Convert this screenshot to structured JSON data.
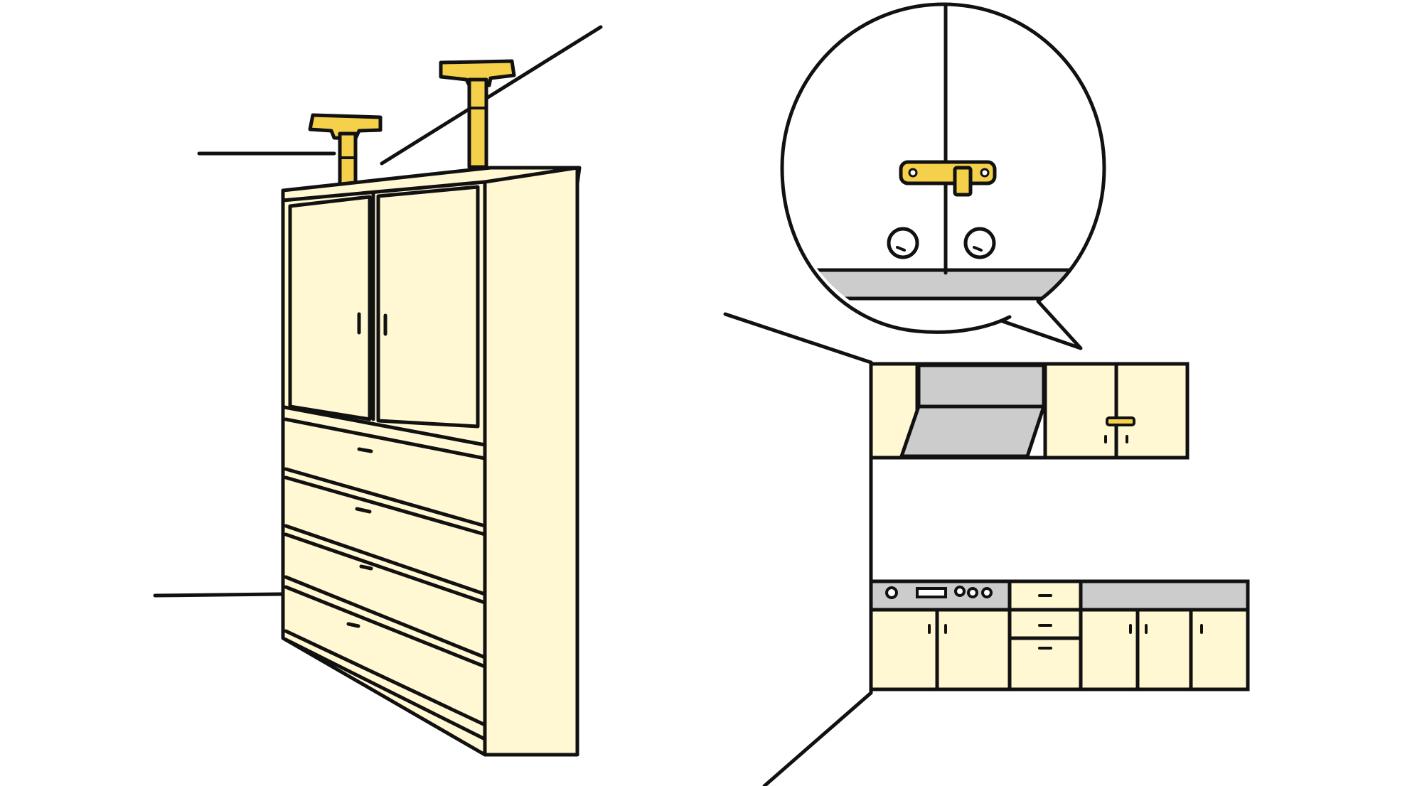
{
  "illustration": {
    "panels": [
      {
        "name": "tall-wardrobe-with-ceiling-tension-poles",
        "objects": [
          "wardrobe",
          "tension-pole-left",
          "tension-pole-right",
          "wall-corner-lines",
          "floor-line"
        ]
      },
      {
        "name": "kitchen-with-cabinet-latch-closeup",
        "objects": [
          "magnifier-bubble",
          "cabinet-latch",
          "wall-cabinets",
          "range-hood",
          "counter-cabinets",
          "stove-controls",
          "sink-counter"
        ]
      }
    ],
    "colors": {
      "furniture_fill": "#fff8d2",
      "pole_fill": "#f5d04a",
      "latch_fill": "#f5d04a",
      "metal_gray": "#cccccc",
      "ink": "#111111",
      "background": "#ffffff"
    }
  }
}
